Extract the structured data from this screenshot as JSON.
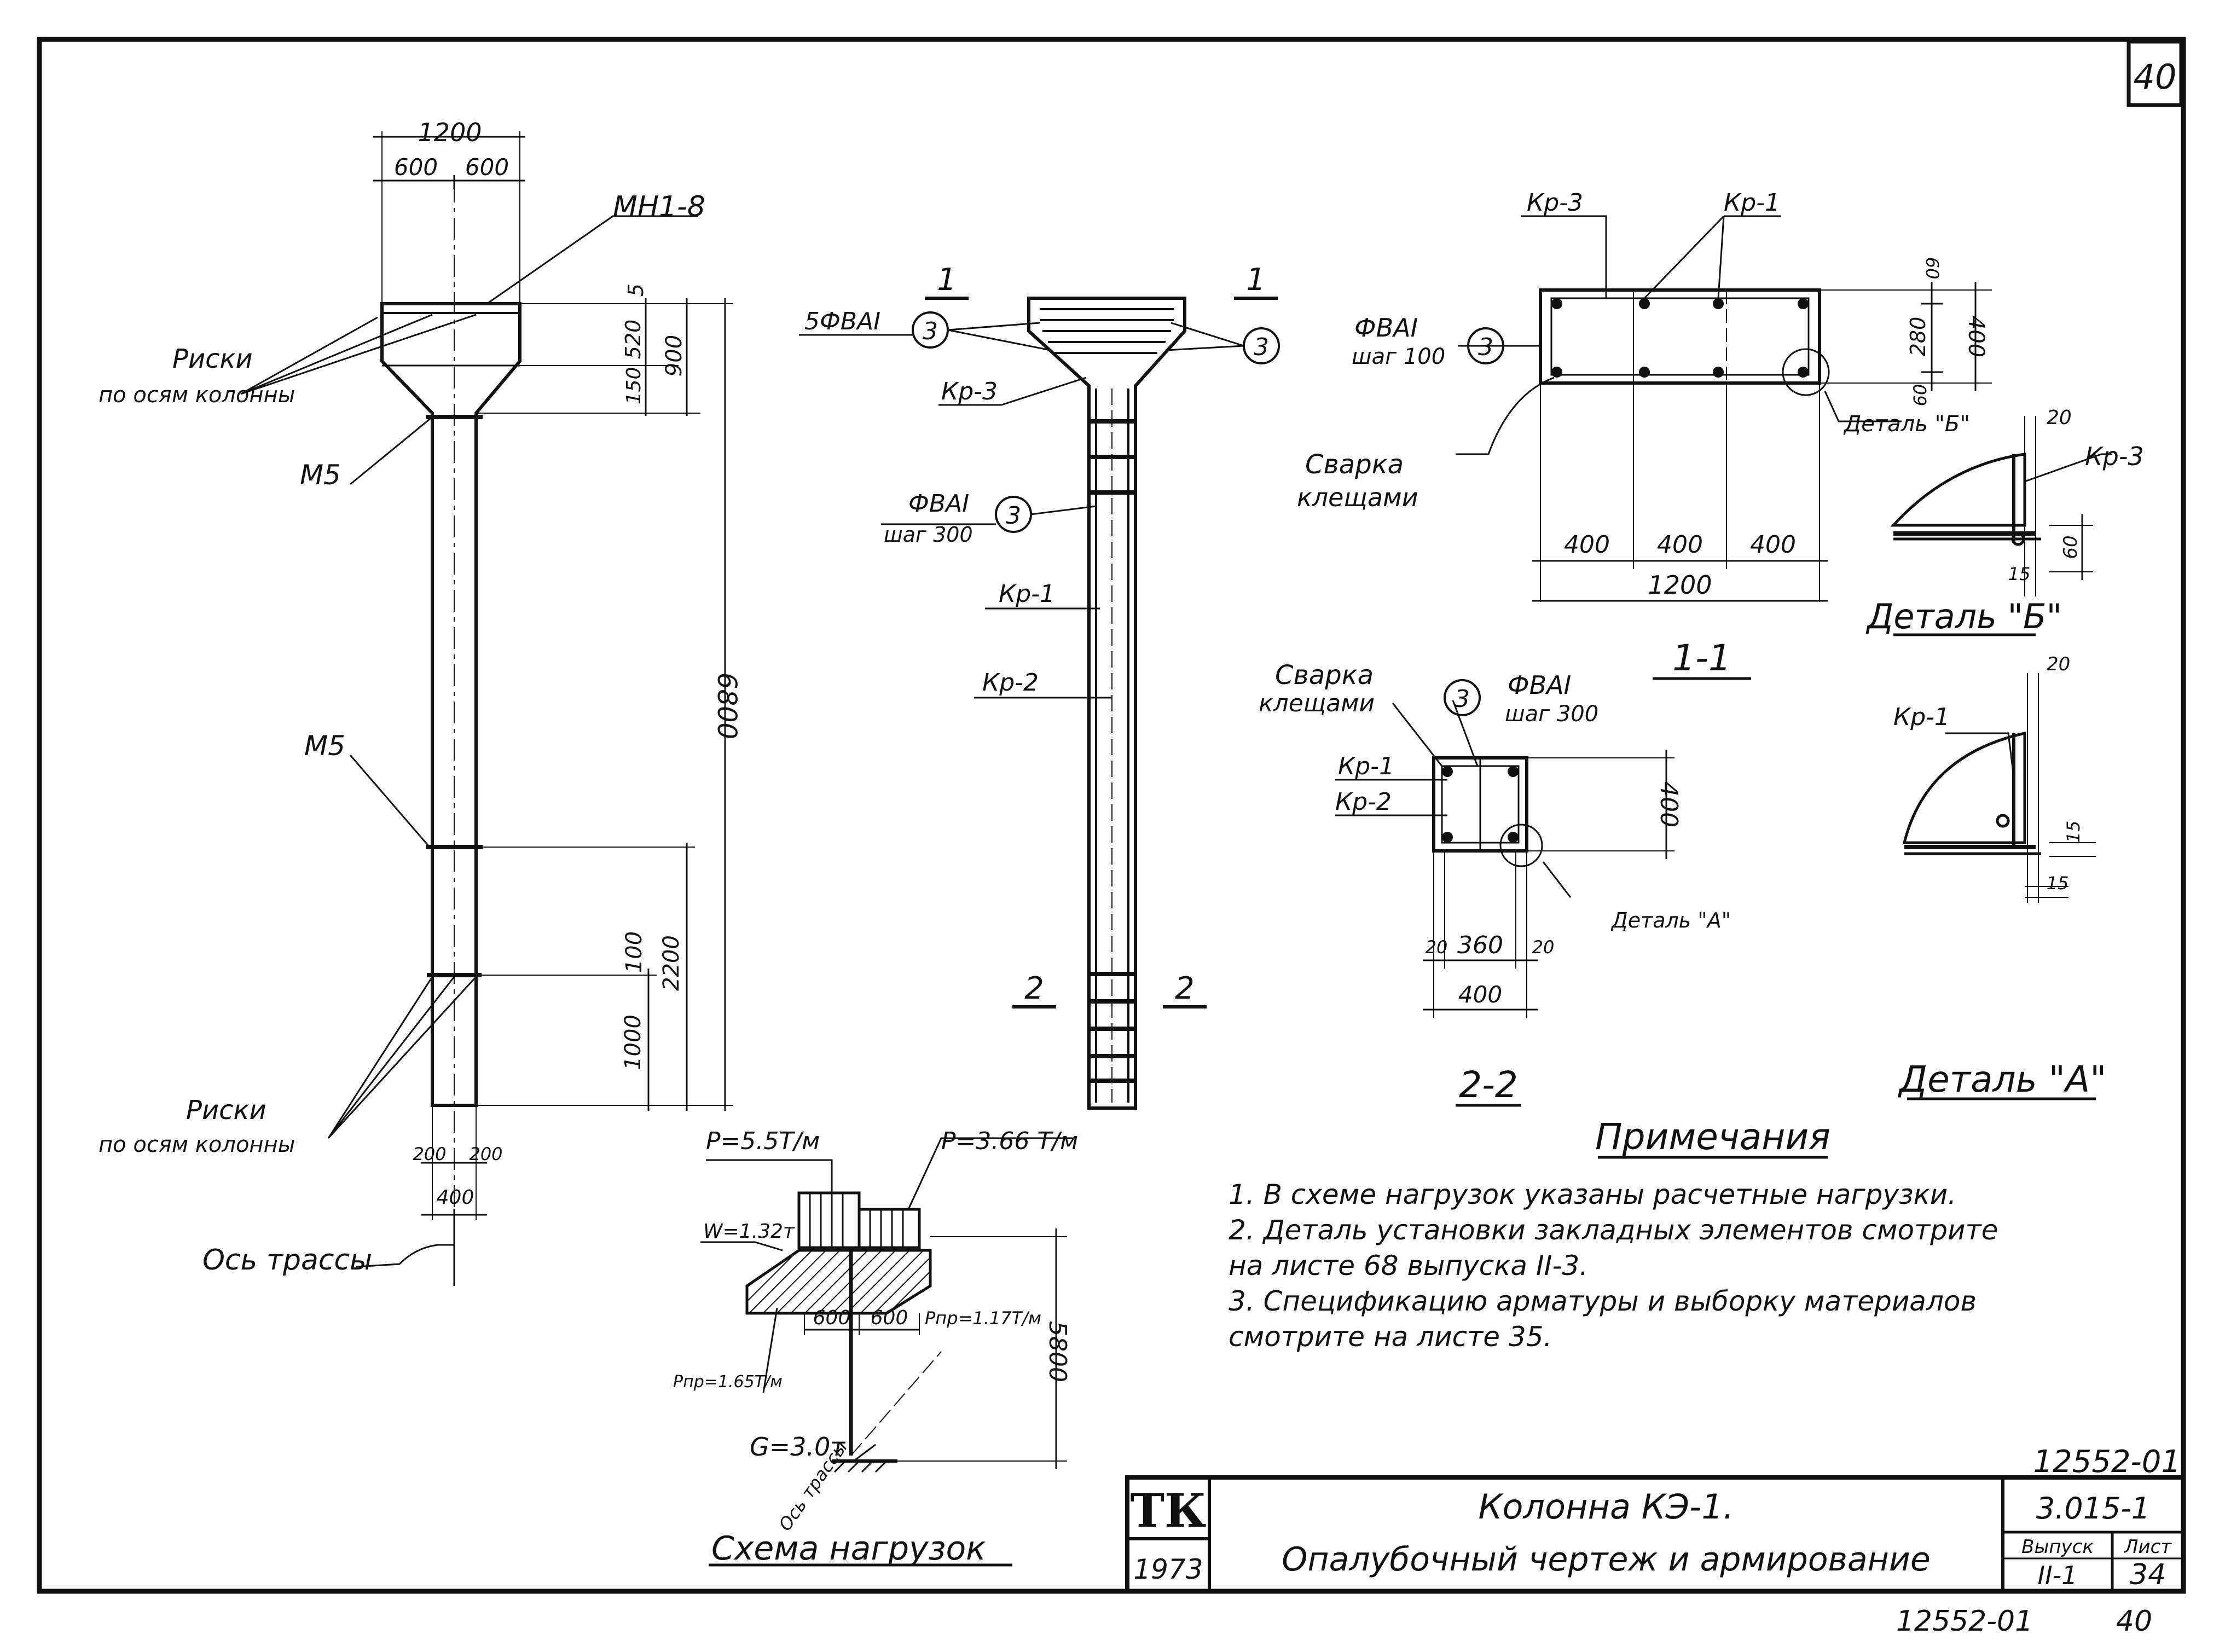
{
  "sheet": {
    "page_number": "40",
    "footer_code": "12552-01",
    "footer_page": "40"
  },
  "column_view": {
    "dim_total_width": "1200",
    "dim_half_left": "600",
    "dim_half_right": "600",
    "label_mn": "МН1-8",
    "label_risks_top_1": "Риски",
    "label_risks_top_2": "по осям колонны",
    "label_m5_top": "М5",
    "label_m5_mid": "М5",
    "label_risks_bottom_1": "Риски",
    "label_risks_bottom_2": "по осям колонны",
    "dim_5": "5",
    "dim_520": "520",
    "dim_150": "150",
    "dim_900": "900",
    "dim_6800": "6800",
    "dim_2200": "2200",
    "dim_100": "100",
    "dim_1000": "1000",
    "dim_b1": "200",
    "dim_b2": "200",
    "dim_400": "400",
    "axis_label": "Ось трассы"
  },
  "reinf_view": {
    "sec1_left": "1",
    "sec1_right": "1",
    "sec2_left": "2",
    "sec2_right": "2",
    "bar_top": "5ФВАI",
    "callout": "3",
    "kr3": "Кр-3",
    "phi_mid": "ФВАI",
    "step_mid": "шаг 300",
    "kr1": "Кр-1",
    "kr2": "Кр-2"
  },
  "section_1_1": {
    "kr3": "Кр-3",
    "kr1": "Кр-1",
    "phi": "ФВАI",
    "step": "шаг 100",
    "callout": "3",
    "weld_1": "Сварка",
    "weld_2": "клещами",
    "detail_ref": "Деталь \"Б\"",
    "dim_400a": "400",
    "dim_400b": "400",
    "dim_400c": "400",
    "dim_1200": "1200",
    "dim_60a": "60",
    "dim_280": "280",
    "dim_60b": "60",
    "dim_400v": "400",
    "title": "1-1"
  },
  "detail_b": {
    "kr3": "Кр-3",
    "dim_20": "20",
    "dim_60": "60",
    "dim_15": "15",
    "title": "Деталь \"Б\""
  },
  "section_2_2": {
    "weld_1": "Сварка",
    "weld_2": "клещами",
    "callout": "3",
    "phi": "ФВАI",
    "step": "шаг 300",
    "kr1": "Кр-1",
    "kr2": "Кр-2",
    "dim_400v": "400",
    "detail_ref": "Деталь \"А\"",
    "dim_20a": "20",
    "dim_360": "360",
    "dim_20b": "20",
    "dim_400": "400",
    "title": "2-2"
  },
  "detail_a": {
    "kr1": "Кр-1",
    "dim_20": "20",
    "dim_15a": "15",
    "dim_15b": "15",
    "title": "Деталь \"А\""
  },
  "load_scheme": {
    "p1": "P=5.5Т/м",
    "p2": "P=3.66 Т/м",
    "w": "W=1.32т",
    "dim_600a": "600",
    "dim_600b": "600",
    "pnp1": "Рпр=1.17Т/м",
    "pnp2": "Рпр=1.65Т/м",
    "dim_5800": "5800",
    "g": "G=3.0т",
    "axis": "Ось трассы",
    "title": "Схема нагрузок"
  },
  "notes": {
    "title": "Примечания",
    "line1": "1. В схеме нагрузок указаны расчетные нагрузки.",
    "line2": "2. Деталь установки закладных элементов смотрите",
    "line3": "на листе 68 выпуска II-3.",
    "line4": "3. Спецификацию арматуры и выборку материалов",
    "line5": "смотрите на листе 35."
  },
  "title_block": {
    "doc_number": "12552-01",
    "logo": "ТК",
    "year": "1973",
    "name_line1": "Колонна КЭ-1.",
    "name_line2": "Опалубочный чертеж и армирование",
    "series": "3.015-1",
    "issue_label": "Выпуск",
    "issue_value": "II-1",
    "sheet_label": "Лист",
    "sheet_value": "34"
  }
}
